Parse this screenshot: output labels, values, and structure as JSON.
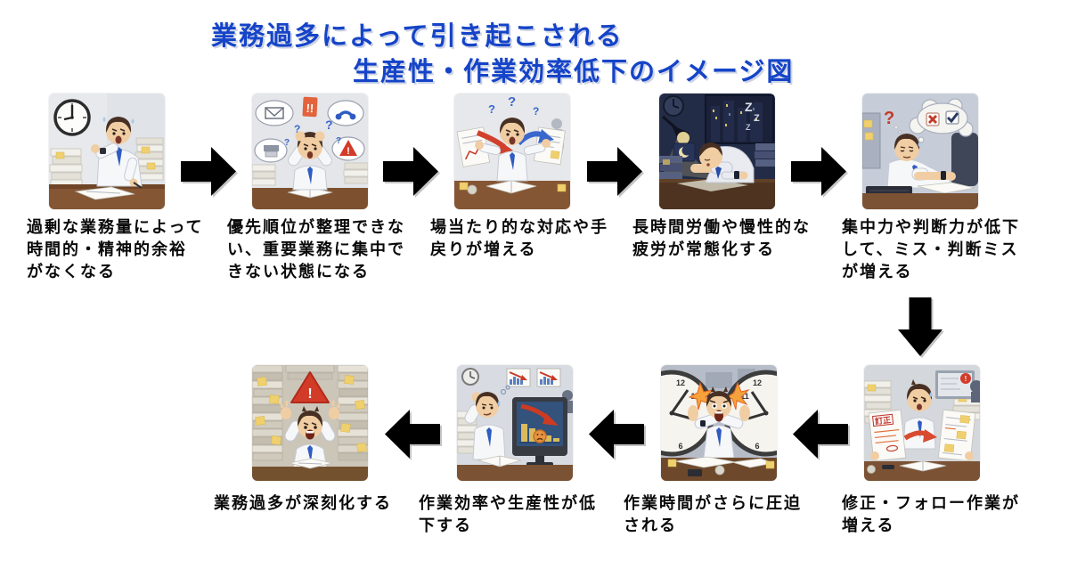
{
  "title": {
    "line1": "業務過多によって引き起こされる",
    "line2": "生産性・作業効率低下のイメージ図",
    "color": "#1544c8"
  },
  "flow": {
    "top_row_direction": "right",
    "bottom_row_direction": "left",
    "connector": "down-arrow between step 5 and step 6"
  },
  "steps": [
    {
      "id": 1,
      "row": "top",
      "caption_lines": [
        "過剰な業務量によって",
        "時間的・精神的余裕",
        "がなくなる"
      ],
      "illustration": "stressed worker checking wristwatch beside wall clock and piles of documents"
    },
    {
      "id": 2,
      "row": "top",
      "caption_lines": [
        "優先順位が整理できな",
        "い、重要業務に集中で",
        "きない状態になる"
      ],
      "illustration": "worker clutching head surrounded by bubbles of mail, phone, files and a warning sign"
    },
    {
      "id": 3,
      "row": "top",
      "caption_lines": [
        "場当たり的な対応や手",
        "戻りが増える"
      ],
      "illustration": "worker holding two documents with red and blue arrows going back and forth"
    },
    {
      "id": 4,
      "row": "top",
      "caption_lines": [
        "長時間労働や慢性的な",
        "疲労が常態化する"
      ],
      "illustration": "worker asleep on desk late at night under a desk lamp"
    },
    {
      "id": 5,
      "row": "top",
      "caption_lines": [
        "集中力や判断力が低下",
        "して、ミス・判断ミス",
        "が増える"
      ],
      "illustration": "drowsy worker with thought cloud showing a wrong mark and a check mark"
    },
    {
      "id": 6,
      "row": "bottom",
      "caption_lines": [
        "修正・フォロー作業が",
        "増える"
      ],
      "illustration": "worker holding documents stamped 訂正 with correction arrow"
    },
    {
      "id": 7,
      "row": "bottom",
      "caption_lines": [
        "作業時間がさらに圧迫",
        "される"
      ],
      "illustration": "panicked worker squeezed between two large clocks"
    },
    {
      "id": 8,
      "row": "bottom",
      "caption_lines": [
        "作業効率や生産性が低",
        "下する"
      ],
      "illustration": "worker beside monitor showing a declining chart and sad face"
    },
    {
      "id": 9,
      "row": "bottom",
      "caption_lines": [
        "業務過多が深刻化する"
      ],
      "illustration": "worker overwhelmed by towering piles of paper under a warning triangle"
    }
  ],
  "glyphs": {
    "question": "?",
    "double_exclamation": "!!",
    "warning_exclamation": "!",
    "z": "Z",
    "correction_stamp": "訂正",
    "clock_12": "12",
    "clock_6": "6",
    "clock_1": "1",
    "clock_11": "11"
  },
  "colors": {
    "title_text": "#1544c8",
    "caption_text": "#0a0a0a",
    "arrow": "#000000",
    "alert_red": "#d23b28",
    "accent_blue": "#2e5cc2",
    "sticky_yellow": "#f0d06e"
  }
}
